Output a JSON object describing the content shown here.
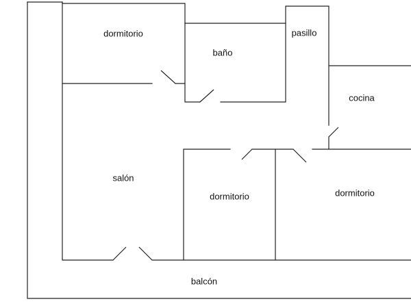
{
  "rooms": {
    "dormitorio_1": "dormitorio",
    "bano": "baño",
    "pasillo": "pasillo",
    "cocina": "cocina",
    "salon": "salón",
    "dormitorio_2": "dormitorio",
    "dormitorio_3": "dormitorio",
    "balcon": "balcón"
  },
  "colors": {
    "wall": "#222222",
    "background": "#ffffff",
    "text": "#111111"
  }
}
